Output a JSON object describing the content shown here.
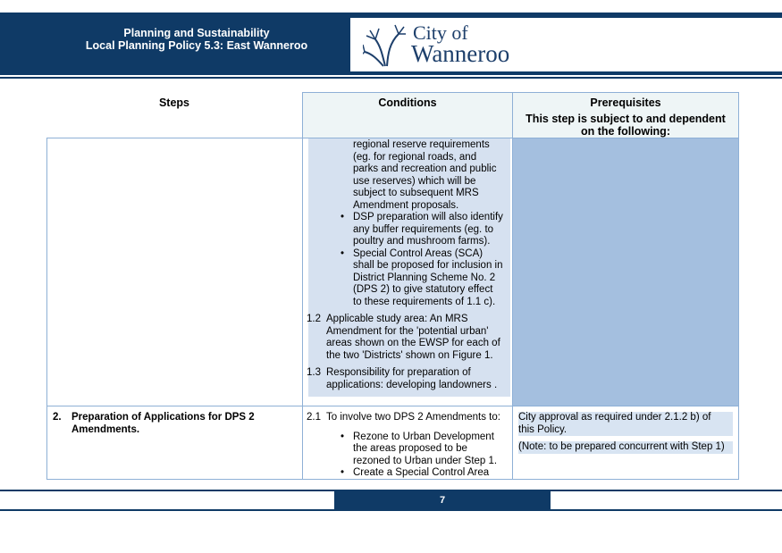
{
  "header": {
    "line1": "Planning and Sustainability",
    "line2": "Local Planning Policy 5.3: East Wanneroo",
    "logo_line1": "City of",
    "logo_line2": "Wanneroo"
  },
  "table": {
    "headers": {
      "steps": "Steps",
      "conditions": "Conditions",
      "prerequisites": "Prerequisites",
      "prerequisites_sub": "This step is subject to and dependent on the following:"
    },
    "row1": {
      "cont_lines": [
        "regional reserve requirements",
        "(eg. for regional roads, and",
        "parks and recreation and public",
        "use reserves) which will be",
        "subject to subsequent MRS",
        "Amendment proposals."
      ],
      "bullets": [
        [
          "DSP preparation will also identify",
          "any buffer requirements (eg. to",
          "poultry and mushroom farms)."
        ],
        [
          "Special Control Areas (SCA)",
          "shall be proposed for inclusion in",
          "District Planning Scheme No. 2",
          "(DPS 2) to give statutory effect",
          "to these requirements of 1.1 c)."
        ]
      ],
      "item_1_2_num": "1.2",
      "item_1_2_lines": [
        "Applicable study area: An MRS",
        "Amendment for the 'potential urban'",
        "areas shown on the EWSP for each of",
        "the two 'Districts' shown on Figure 1."
      ],
      "item_1_3_num": "1.3",
      "item_1_3_lines": [
        "Responsibility for preparation of",
        "applications: developing landowners ."
      ]
    },
    "row2": {
      "step_num": "2.",
      "step_label": "Preparation of Applications for DPS 2 Amendments.",
      "item_2_1_num": "2.1",
      "item_2_1_text": "To involve two DPS 2 Amendments to:",
      "bullets": [
        [
          "Rezone to Urban Development",
          "the areas proposed to be",
          "rezoned to Urban under Step 1."
        ],
        [
          "Create a Special Control Area"
        ]
      ],
      "prereq_1": "City approval as required under 2.1.2 b) of this Policy.",
      "prereq_2": "(Note: to be prepared concurrent with Step 1)"
    }
  },
  "footer": {
    "page": "7"
  },
  "colors": {
    "navy": "#0f3a66",
    "cell_blue": "#a4bfdf",
    "header_shade": "#eef5f6"
  }
}
